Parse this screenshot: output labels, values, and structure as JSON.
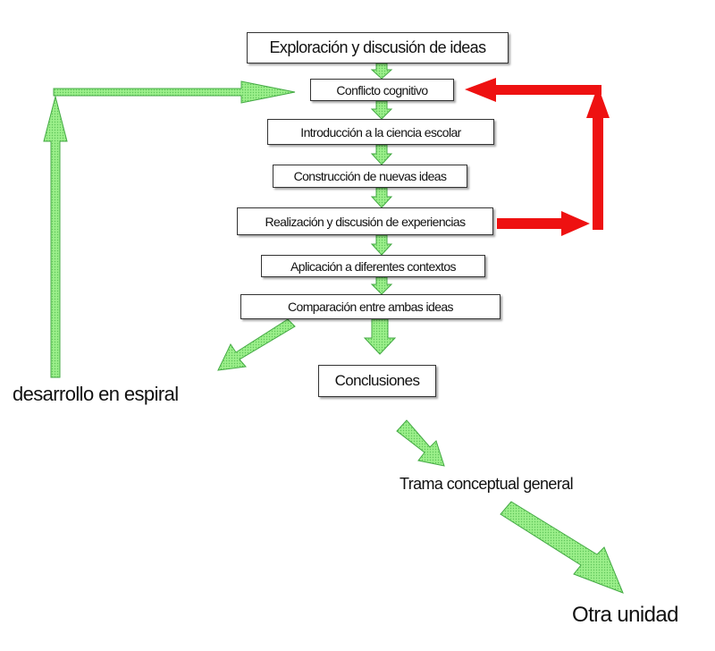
{
  "colors": {
    "green": "#99ee88",
    "green_stroke": "#44aa44",
    "red": "#ee1111",
    "box_border": "#333333"
  },
  "nodes": [
    "Exploración y discusión de ideas",
    "Conflicto cognitivo",
    "Introducción a la ciencia escolar",
    "Construcción de nuevas ideas",
    "Realización y discusión de experiencias",
    "Aplicación a diferentes contextos",
    "Comparación entre ambas ideas",
    "Conclusiones"
  ],
  "labels": {
    "spiral": "desarrollo en espiral",
    "network": "Trama conceptual general",
    "next_unit": "Otra unidad"
  }
}
